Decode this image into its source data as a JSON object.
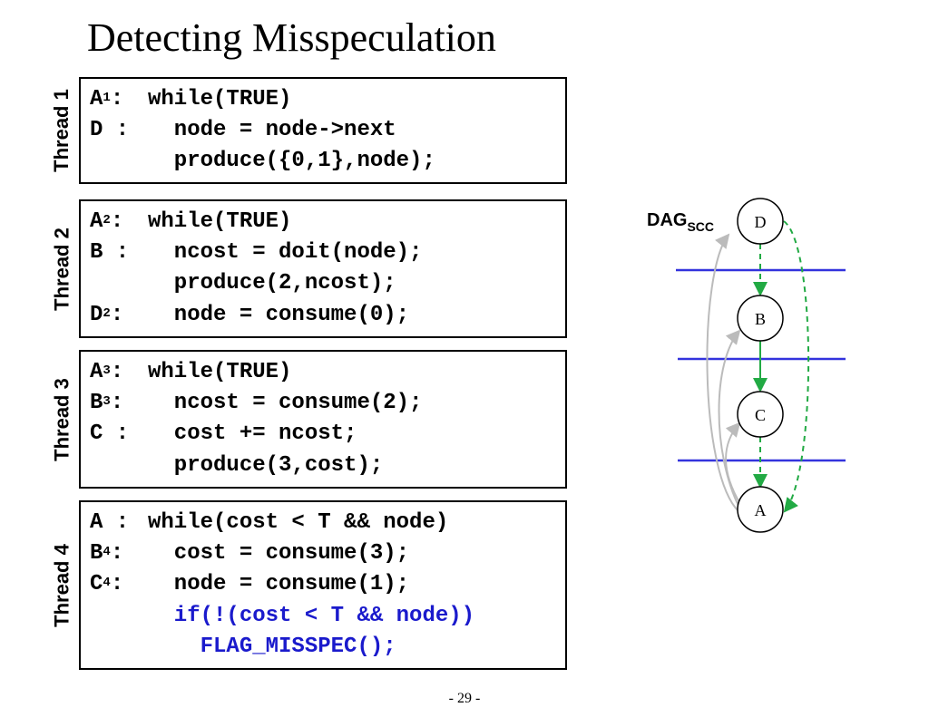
{
  "title": "Detecting Misspeculation",
  "page_number": "- 29 -",
  "threads": [
    {
      "label": "Thread 1",
      "lines": [
        {
          "id": "A",
          "sup": "1",
          "sep": ":",
          "code": "while(TRUE)"
        },
        {
          "id": "D",
          "sup": "",
          "sep": " :",
          "code": "  node = node->next"
        },
        {
          "id": "",
          "sup": "",
          "sep": "",
          "code": "  produce({0,1},node);"
        }
      ]
    },
    {
      "label": "Thread 2",
      "lines": [
        {
          "id": "A",
          "sup": "2",
          "sep": ":",
          "code": "while(TRUE)"
        },
        {
          "id": "B",
          "sup": "",
          "sep": " :",
          "code": "  ncost = doit(node);"
        },
        {
          "id": "",
          "sup": "",
          "sep": "",
          "code": "  produce(2,ncost);"
        },
        {
          "id": "D",
          "sup": "2",
          "sep": ":",
          "code": "  node = consume(0);"
        }
      ]
    },
    {
      "label": "Thread 3",
      "lines": [
        {
          "id": "A",
          "sup": "3",
          "sep": ":",
          "code": "while(TRUE)"
        },
        {
          "id": "B",
          "sup": "3",
          "sep": ":",
          "code": "  ncost = consume(2);"
        },
        {
          "id": "C",
          "sup": "",
          "sep": " :",
          "code": "  cost += ncost;"
        },
        {
          "id": "",
          "sup": "",
          "sep": "",
          "code": "  produce(3,cost);"
        }
      ]
    },
    {
      "label": "Thread 4",
      "lines": [
        {
          "id": "A",
          "sup": "",
          "sep": " :",
          "code": "while(cost < T && node)"
        },
        {
          "id": "B",
          "sup": "4",
          "sep": ":",
          "code": "  cost = consume(3);"
        },
        {
          "id": "C",
          "sup": "4",
          "sep": ":",
          "code": "  node = consume(1);"
        },
        {
          "id": "",
          "sup": "",
          "sep": "",
          "code": "  if(!(cost < T && node))",
          "highlight": true
        },
        {
          "id": "",
          "sup": "",
          "sep": "",
          "code": "    FLAG_MISSPEC();",
          "highlight": true
        }
      ]
    }
  ],
  "dag": {
    "label": "DAG",
    "label_sub": "SCC",
    "nodes": [
      "D",
      "B",
      "C",
      "A"
    ],
    "colors": {
      "partition_line": "#3333dd",
      "edge_dashed": "#22aa44",
      "edge_solid": "#22aa44",
      "back_edge": "#bbbbbb",
      "highlight_code": "#1a1acc"
    }
  }
}
